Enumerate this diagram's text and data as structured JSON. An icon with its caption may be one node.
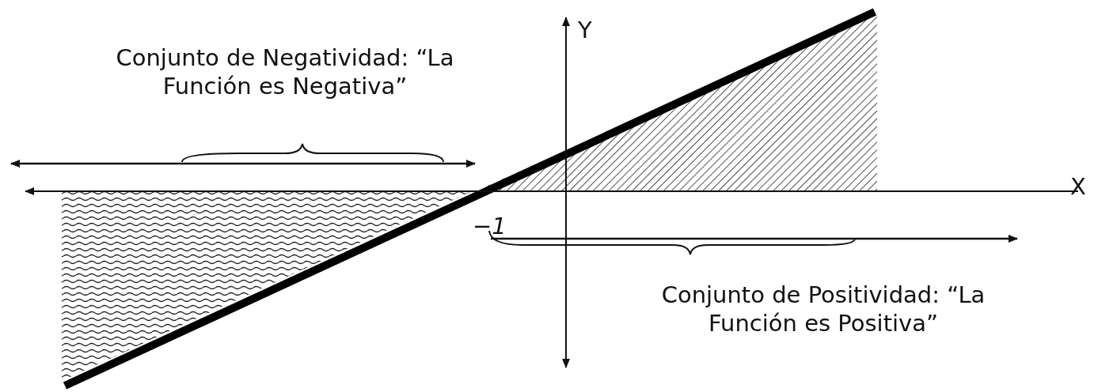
{
  "diagram": {
    "labels": [
      "Y",
      "Conjunto de Negatividad: “La Función es Negativa”",
      "X",
      "−1",
      "Conjunto de Positividad: “La Función es Positiva”"
    ]
  }
}
